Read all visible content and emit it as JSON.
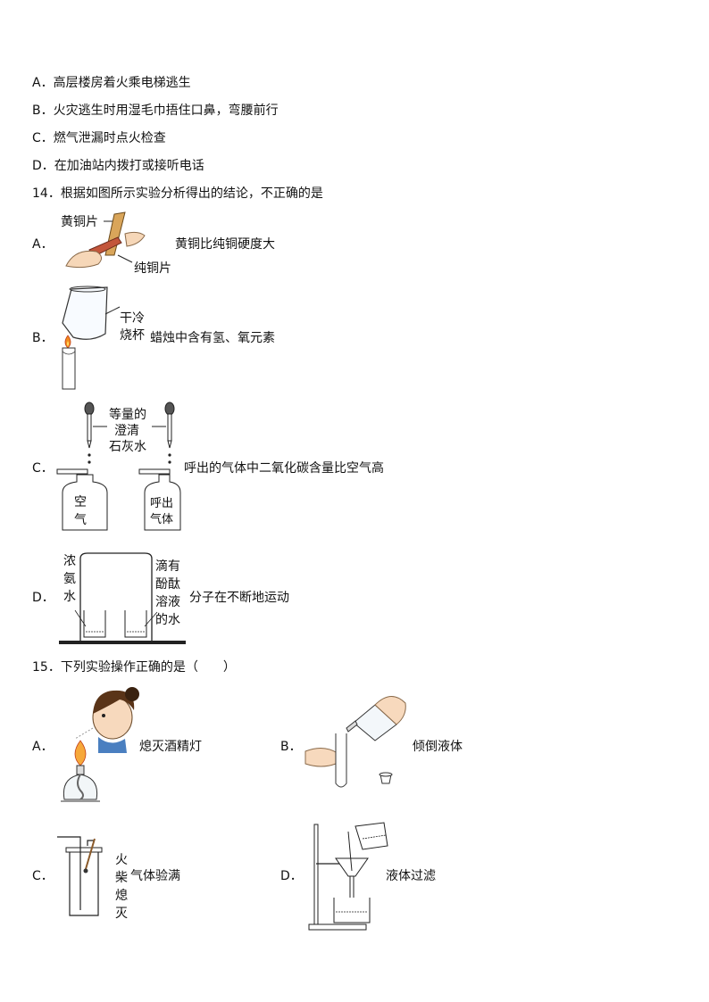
{
  "q13_options": {
    "A": "A．高层楼房着火乘电梯逃生",
    "B": "B．火灾逃生时用湿毛巾捂住口鼻，弯腰前行",
    "C": "C．燃气泄漏时点火检查",
    "D": "D．在加油站内拨打或接听电话"
  },
  "q14": {
    "stem": "14．根据如图所示实验分析得出的结论，不正确的是",
    "A": {
      "letter": "A．",
      "label_top": "黄铜片",
      "label_bottom": "纯铜片",
      "conclusion": "黄铜比纯铜硬度大"
    },
    "B": {
      "letter": "B．",
      "label_line1": "干冷",
      "label_line2": "烧杯",
      "conclusion": "蜡烛中含有氢、氧元素"
    },
    "C": {
      "letter": "C．",
      "label_line1": "等量的",
      "label_line2": "澄清",
      "label_line3": "石灰水",
      "bottle_left_1": "空",
      "bottle_left_2": "气",
      "bottle_right_1": "呼出",
      "bottle_right_2": "气体",
      "conclusion": "呼出的气体中二氧化碳含量比空气高"
    },
    "D": {
      "letter": "D．",
      "left_1": "浓",
      "left_2": "氨",
      "left_3": "水",
      "right_1": "滴有",
      "right_2": "酚酞",
      "right_3": "溶液",
      "right_4": "的水",
      "conclusion": "分子在不断地运动"
    }
  },
  "q15": {
    "stem": "15．下列实验操作正确的是（　　）",
    "A": {
      "letter": "A．",
      "caption": "熄灭酒精灯"
    },
    "B": {
      "letter": "B．",
      "caption": "倾倒液体"
    },
    "C": {
      "letter": "C．",
      "caption": "气体验满",
      "v1": "火",
      "v2": "柴",
      "v3": "熄",
      "v4": "灭"
    },
    "D": {
      "letter": "D．",
      "caption": "液体过滤"
    }
  }
}
